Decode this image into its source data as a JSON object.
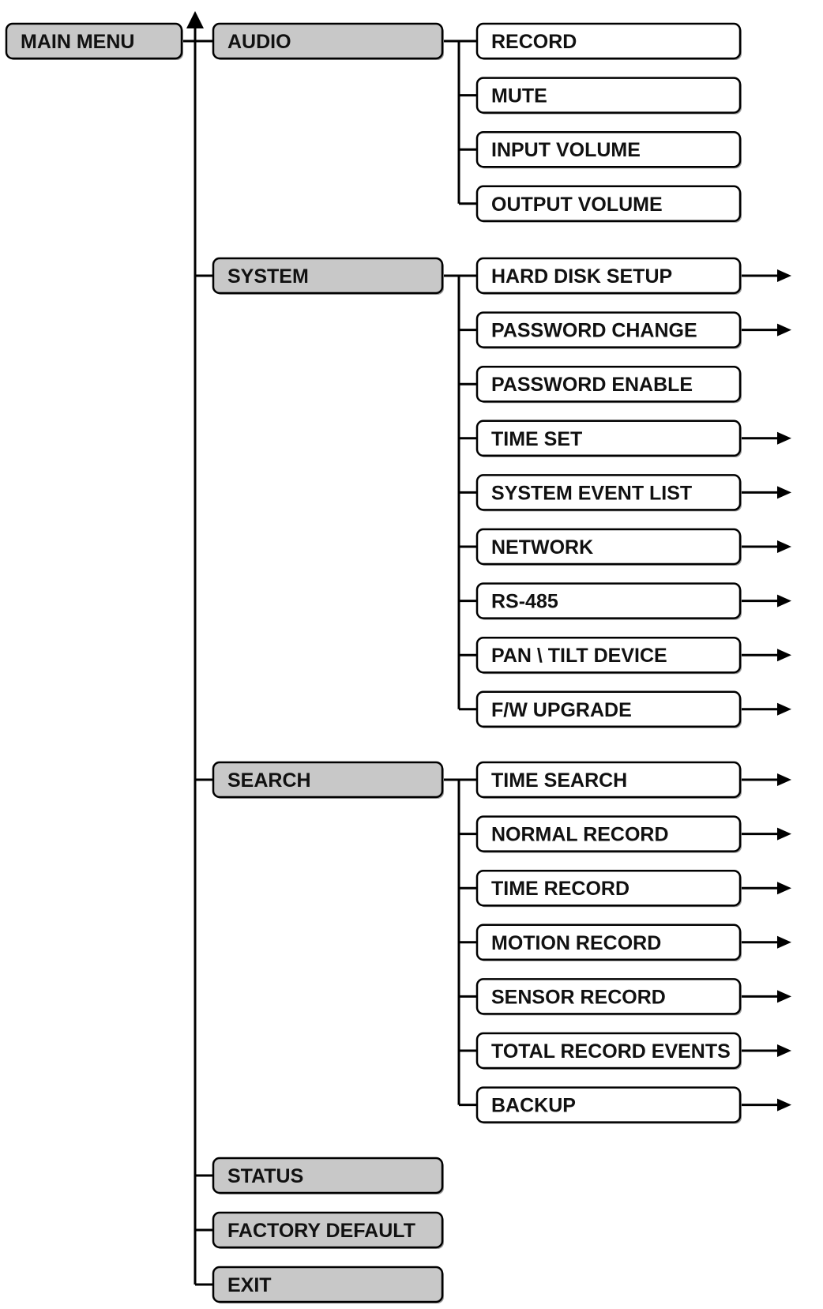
{
  "colors": {
    "menu_fill": "#c8c8c8",
    "item_fill": "#ffffff",
    "stroke": "#000000",
    "text": "#111111"
  },
  "root": {
    "label": "MAIN MENU"
  },
  "menus": [
    {
      "label": "AUDIO",
      "items": [
        {
          "label": "RECORD",
          "has_submenu": false
        },
        {
          "label": "MUTE",
          "has_submenu": false
        },
        {
          "label": "INPUT VOLUME",
          "has_submenu": false
        },
        {
          "label": "OUTPUT VOLUME",
          "has_submenu": false
        }
      ]
    },
    {
      "label": "SYSTEM",
      "items": [
        {
          "label": "HARD DISK SETUP",
          "has_submenu": true
        },
        {
          "label": "PASSWORD CHANGE",
          "has_submenu": true
        },
        {
          "label": "PASSWORD ENABLE",
          "has_submenu": false
        },
        {
          "label": "TIME SET",
          "has_submenu": true
        },
        {
          "label": "SYSTEM EVENT LIST",
          "has_submenu": true
        },
        {
          "label": "NETWORK",
          "has_submenu": true
        },
        {
          "label": "RS-485",
          "has_submenu": true
        },
        {
          "label": "PAN \\ TILT DEVICE",
          "has_submenu": true
        },
        {
          "label": "F/W UPGRADE",
          "has_submenu": true
        }
      ]
    },
    {
      "label": "SEARCH",
      "items": [
        {
          "label": "TIME SEARCH",
          "has_submenu": true
        },
        {
          "label": "NORMAL RECORD",
          "has_submenu": true
        },
        {
          "label": "TIME RECORD",
          "has_submenu": true
        },
        {
          "label": "MOTION RECORD",
          "has_submenu": true
        },
        {
          "label": "SENSOR RECORD",
          "has_submenu": true
        },
        {
          "label": "TOTAL RECORD EVENTS",
          "has_submenu": true
        },
        {
          "label": "BACKUP",
          "has_submenu": true
        }
      ]
    },
    {
      "label": "STATUS",
      "items": []
    },
    {
      "label": "FACTORY DEFAULT",
      "items": []
    },
    {
      "label": "EXIT",
      "items": []
    }
  ]
}
